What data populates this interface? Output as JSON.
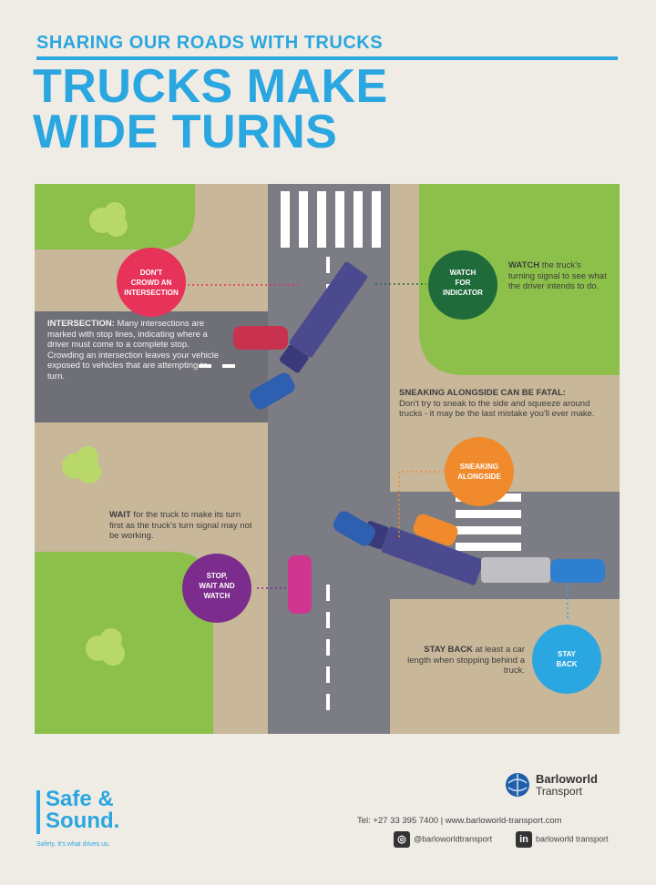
{
  "header": {
    "subtitle": "SHARING OUR ROADS WITH TRUCKS",
    "title_line1": "TRUCKS MAKE",
    "title_line2": "WIDE TURNS"
  },
  "callouts": {
    "dont_crowd": [
      "DON'T",
      "CROWD AN",
      "INTERSECTION"
    ],
    "watch_indicator": [
      "WATCH",
      "FOR",
      "INDICATOR"
    ],
    "sneaking": [
      "SNEAKING",
      "ALONGSIDE"
    ],
    "stop_wait": [
      "STOP,",
      "WAIT AND",
      "WATCH"
    ],
    "stay_back": [
      "STAY",
      "BACK"
    ]
  },
  "texts": {
    "intersection_head": "INTERSECTION:",
    "intersection_body": " Many intersections are marked with stop lines, indicating where a driver must come to a complete stop. Crowding an intersection leaves your vehicle exposed to vehicles that are attempting to turn.",
    "watch_head": "WATCH",
    "watch_body": " the truck's turning signal to see what the driver intends to do.",
    "sneaking_head": "SNEAKING ALONGSIDE CAN BE FATAL:",
    "sneaking_body": "Don't try to sneak to the side and squeeze around trucks - it may be the last mistake you'll ever make.",
    "wait_head": "WAIT",
    "wait_body": " for the truck to make its turn first as the truck's turn signal may not be working.",
    "stayback_head": "STAY BACK",
    "stayback_body": " at least a car length when stopping behind a truck."
  },
  "footer": {
    "safe_sound": "Safe & Sound.",
    "tagline": "Safety. It's what drives us.",
    "company_name": "Barloworld",
    "company_sub": "Transport",
    "contact": "Tel: +27 33 395 7400  |  www.barloworld-transport.com",
    "instagram": "@barloworldtransport",
    "linkedin": "barloworld transport"
  },
  "colors": {
    "accent": "#2aa6e0",
    "grass": "#8cc04b",
    "sidewalk": "#c9b79a",
    "road": "#7c7c84",
    "red": "#e7325a",
    "green": "#1f6b3a",
    "orange": "#f08a2c",
    "purple": "#7b2c8c",
    "blue": "#2aa6e0"
  }
}
